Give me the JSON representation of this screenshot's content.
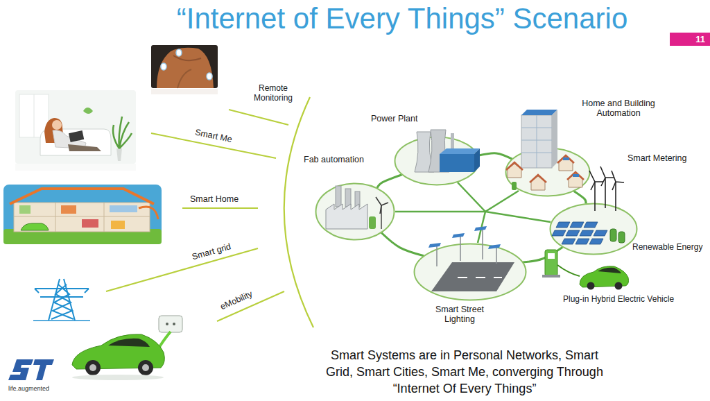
{
  "diagram": {
    "title": "“Internet of Every Things” Scenario",
    "caption": "Smart Systems are in Personal Networks, Smart Grid, Smart Cities, Smart Me, converging Through “Internet Of Every Things”",
    "nodes": [
      {
        "text": [
          "Fab automation"
        ]
      },
      {
        "text": [
          "Power Plant"
        ]
      },
      {
        "text": [
          "Home and Building Automation",
          "Smart Metering"
        ]
      },
      {
        "text": [
          "Renewable Energy"
        ]
      },
      {
        "text": [
          "Smart Street Lighting"
        ]
      }
    ],
    "edges": [
      {
        "from": 0,
        "to": 1,
        "arrow": "none"
      },
      {
        "from": 1,
        "to": 2,
        "arrow": "none"
      },
      {
        "from": 2,
        "to": 3,
        "arrow": "none"
      },
      {
        "from": 3,
        "to": 4,
        "arrow": "none"
      },
      {
        "from": 4,
        "to": 0,
        "arrow": "none"
      }
    ],
    "labels": [
      "11",
      "Remote Monitoring",
      "Smart Me",
      "Smart Home",
      "Smart grid",
      "eMobility",
      "Plug-in Hybrid Electric Vehicle",
      "life.augmented"
    ]
  }
}
